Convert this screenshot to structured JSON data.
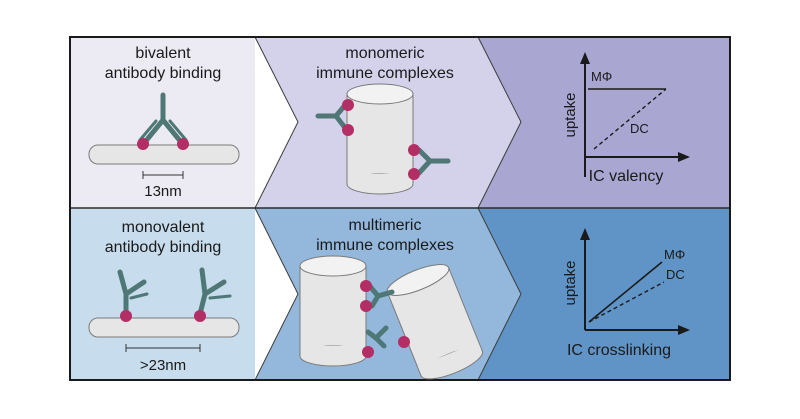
{
  "top_row": {
    "panel1": {
      "title_line1": "bivalent",
      "title_line2": "antibody binding",
      "scale_label": "13nm"
    },
    "panel2": {
      "title_line1": "monomeric",
      "title_line2": "immune complexes"
    },
    "panel3": {
      "ylabel": "uptake",
      "xlabel": "IC valency",
      "series": [
        {
          "name": "MΦ"
        },
        {
          "name": "DC"
        }
      ]
    }
  },
  "bottom_row": {
    "panel1": {
      "title_line1": "monovalent",
      "title_line2": "antibody binding",
      "scale_label": ">23nm"
    },
    "panel2": {
      "title_line1": "multimeric",
      "title_line2": "immune complexes"
    },
    "panel3": {
      "ylabel": "uptake",
      "xlabel": "IC crosslinking",
      "series": [
        {
          "name": "MΦ"
        },
        {
          "name": "DC"
        }
      ]
    }
  },
  "colors": {
    "top_panel1_bg": "#ECEBF4",
    "top_panel2_bg": "#D3D2EA",
    "top_panel3_bg": "#A9A6D2",
    "bottom_panel1_bg": "#C7DCEC",
    "bottom_panel2_bg": "#93B8DC",
    "bottom_panel3_bg": "#6094C6",
    "antibody": "#4E7776",
    "antigen": "#B42E66",
    "surface": "#E6E6E6"
  },
  "icons": [
    "y-antibody-icon",
    "antigen-dot-icon",
    "cylinder-icon",
    "surface-bar-icon",
    "scale-bar-icon"
  ]
}
